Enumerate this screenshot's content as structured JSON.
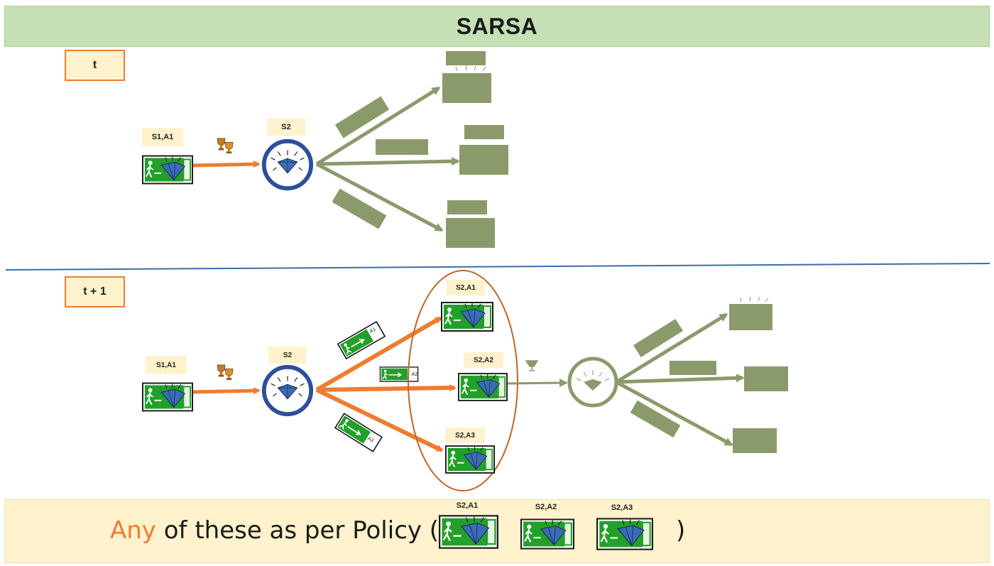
{
  "title": "SARSA",
  "time_t": "t",
  "time_t1": "t + 1",
  "top": {
    "pair_label": "S1,A1",
    "state_label": "S2"
  },
  "bottom": {
    "pair_label": "S1,A1",
    "state_label": "S2",
    "option1": "S2,A1",
    "option2": "S2,A2",
    "option3": "S2,A3",
    "action1": "A1",
    "action2": "A2",
    "action3": "A3"
  },
  "policy": {
    "prefix": "Any",
    "rest": " of these as per Policy (",
    "close": ")",
    "opt1": "S2,A1",
    "opt2": "S2,A2",
    "opt3": "S2,A3"
  },
  "colors": {
    "orange": "#ed7d31",
    "olive": "#8b9a6b",
    "green": "#22a02a",
    "blue_ring": "#2e4f99",
    "label_bg": "#fff2cc"
  }
}
